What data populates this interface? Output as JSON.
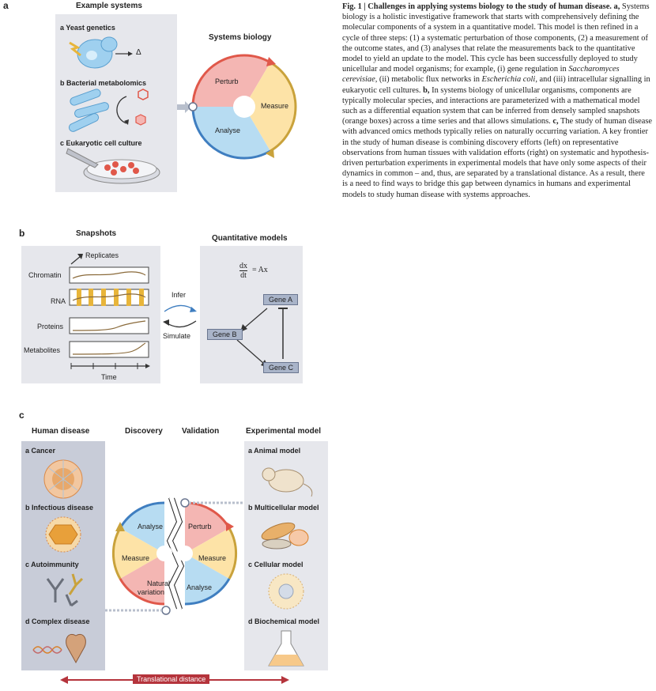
{
  "panel_a": {
    "letter": "a",
    "title": "Example systems",
    "item1": "a  Yeast genetics",
    "item1_symbol": "Δ",
    "item2": "b  Bacterial metabolomics",
    "item3": "c  Eukaryotic cell culture",
    "cycle_title": "Systems biology",
    "perturb": "Perturb",
    "measure": "Measure",
    "analyse": "Analyse"
  },
  "panel_b": {
    "letter": "b",
    "snapshots_title": "Snapshots",
    "models_title": "Quantitative models",
    "replicates": "Replicates",
    "rows": [
      "Chromatin",
      "RNA",
      "Proteins",
      "Metabolites"
    ],
    "time": "Time",
    "infer": "Infer",
    "simulate": "Simulate",
    "equation_num": "dx",
    "equation_den": "dt",
    "equation_rhs": "= Ax",
    "gene_a": "Gene A",
    "gene_b": "Gene B",
    "gene_c": "Gene C"
  },
  "panel_c": {
    "letter": "c",
    "human_title": "Human disease",
    "discovery": "Discovery",
    "validation": "Validation",
    "experimental_title": "Experimental model",
    "human_items": [
      "a  Cancer",
      "b  Infectious disease",
      "c  Autoimmunity",
      "d  Complex disease"
    ],
    "model_items": [
      "a  Animal model",
      "b  Multicellular model",
      "c  Cellular model",
      "d  Biochemical model"
    ],
    "left_analyse": "Analyse",
    "left_measure": "Measure",
    "left_natural1": "Natural",
    "left_natural2": "variation",
    "right_perturb": "Perturb",
    "right_measure": "Measure",
    "right_analyse": "Analyse",
    "distance": "Translational distance"
  },
  "caption": {
    "heading": "Fig. 1 | Challenges in applying systems biology to the study of human disease.",
    "a_label": "a,",
    "a_text": "Systems biology is a holistic investigative framework that starts with comprehensively defining the molecular components of a system in a quantitative model. This model is then refined in a cycle of three steps: (1) a systematic perturbation of those components, (2) a measurement of the outcome states, and (3) analyses that relate the measurements back to the quantitative model to yield an update to the model. This cycle has been successfully deployed to study unicellular and model organisms; for example, (i) gene regulation in",
    "species1": "Saccharomyces cerevisiae",
    "a_text2": ", (ii) metabolic flux networks in",
    "species2": "Escherichia coli",
    "a_text3": ", and (iii) intracellular signalling in eukaryotic cell cultures.",
    "b_label": "b,",
    "b_text": "In systems biology of unicellular organisms, components are typically molecular species, and interactions are parameterized with a mathematical model such as a differential equation system that can be inferred from densely sampled snapshots (orange boxes) across a time series and that allows simulations.",
    "c_label": "c,",
    "c_text": "The study of human disease with advanced omics methods typically relies on naturally occurring variation. A key frontier in the study of human disease is combining discovery efforts (left) on representative observations from human tissues with validation efforts (right) on systematic and hypothesis-driven perturbation experiments in experimental models that have only some aspects of their dynamics in common – and, thus, are separated by a translational distance. As a result, there is a need to find ways to bridge this gap between dynamics in humans and experimental models to study human disease with systems approaches."
  },
  "colors": {
    "perturb": "#f4b6b3",
    "measure": "#fde3a7",
    "analyse": "#b7dcf2",
    "panel": "#e6e7ec",
    "gene_box": "#a9b4c9",
    "orange": "#e8b53a",
    "arrow_red": "#e0584a",
    "arrow_gold": "#c9a23b",
    "arrow_blue": "#3f7ec0",
    "distance": "#b5343c"
  }
}
